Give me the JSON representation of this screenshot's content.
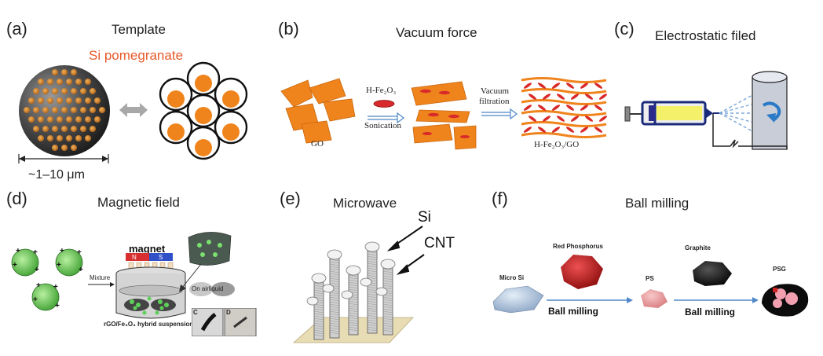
{
  "panels": {
    "a": {
      "label": "(a)",
      "title": "Template",
      "subtitle": "Si pomegranate",
      "scale": "~1–10 μm"
    },
    "b": {
      "label": "(b)",
      "title": "Vacuum force",
      "go": "GO",
      "reagent": "H-Fe₂O₃",
      "step1": "Sonication",
      "step2_line1": "Vacuum",
      "step2_line2": "filtration",
      "product": "H-Fe₂O₃/GO"
    },
    "c": {
      "label": "(c)",
      "title": "Electrostatic filed"
    },
    "d": {
      "label": "(d)",
      "title": "Magnetic field",
      "magnet": "magnet",
      "mixture": "Mixture",
      "on_liquid": "On airliquid",
      "suspension": "rGO/Fe₃O₄ hybrid suspension",
      "img_c": "C",
      "img_d": "D"
    },
    "e": {
      "label": "(e)",
      "title": "Microwave",
      "si": "Si",
      "cnt": "CNT"
    },
    "f": {
      "label": "(f)",
      "title": "Ball milling",
      "micro_si": "Micro Si",
      "red_p": "Red Phosphorus",
      "ps": "PS",
      "graphite": "Graphite",
      "psg": "PSG",
      "step1": "Ball milling",
      "step2": "Ball milling"
    }
  },
  "colors": {
    "orange": "#f0841c",
    "red_text": "#e8582a",
    "arrow_blue": "#4f88c8"
  }
}
